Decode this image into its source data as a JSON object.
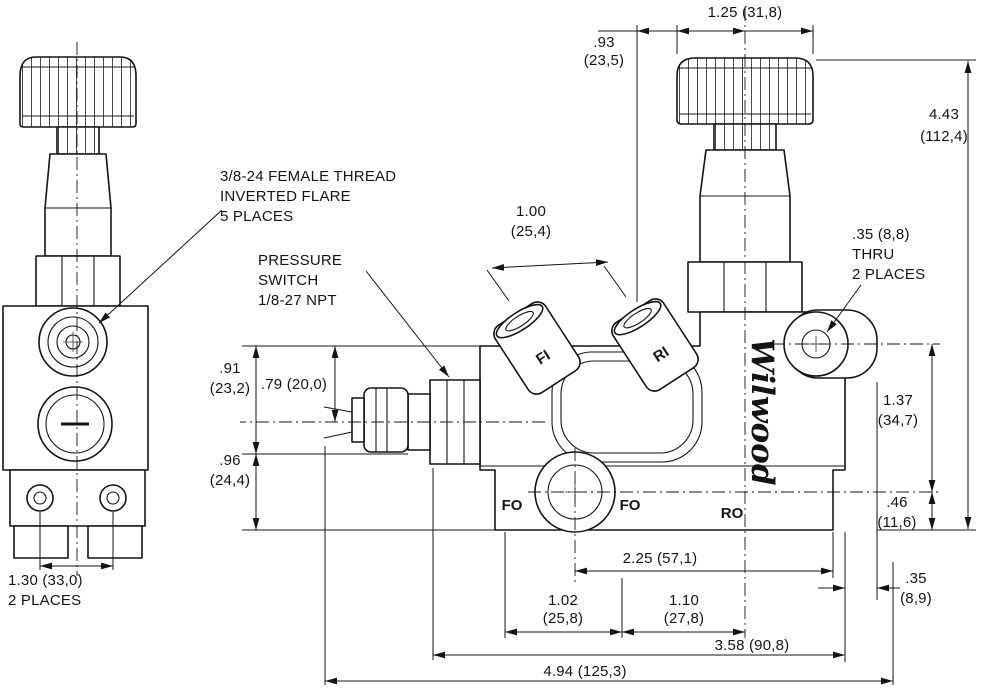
{
  "page": {
    "background": "#ffffff",
    "ink": "#141414"
  },
  "part_labels": {
    "brand": "Wilwood",
    "port_fi": "FI",
    "port_ri": "RI",
    "port_fo_left": "FO",
    "port_fo_right": "FO",
    "port_ro": "RO"
  },
  "annotations": {
    "flare_thread": [
      "3/8-24 FEMALE THREAD",
      "INVERTED FLARE",
      "5 PLACES"
    ],
    "pressure_switch": [
      "PRESSURE",
      "SWITCH",
      "1/8-27 NPT"
    ],
    "thru_holes": [
      ".35 (8,8)",
      "THRU",
      "2 PLACES"
    ]
  },
  "dimensions": {
    "knob_width": "1.25 (31,8)",
    "knob_offset": [
      ".93",
      "(23,5)"
    ],
    "overall_height": [
      "4.43",
      "(112,4)"
    ],
    "port_spacing": [
      "1.00",
      "(25,4)"
    ],
    "dim_91": [
      ".91",
      "(23,2)"
    ],
    "dim_79": ".79 (20,0)",
    "dim_96": [
      ".96",
      "(24,4)"
    ],
    "dim_137": [
      "1.37",
      "(34,7)"
    ],
    "dim_46": [
      ".46",
      "(11,6)"
    ],
    "base_width": [
      "1.30 (33,0)",
      "2 PLACES"
    ],
    "dim_225": "2.25 (57,1)",
    "dim_102": [
      "1.02",
      "(25,8)"
    ],
    "dim_110": [
      "1.10",
      "(27,8)"
    ],
    "dim_35": [
      ".35",
      "(8,9)"
    ],
    "dim_358": "3.58 (90,8)",
    "dim_494": "4.94 (125,3)"
  }
}
